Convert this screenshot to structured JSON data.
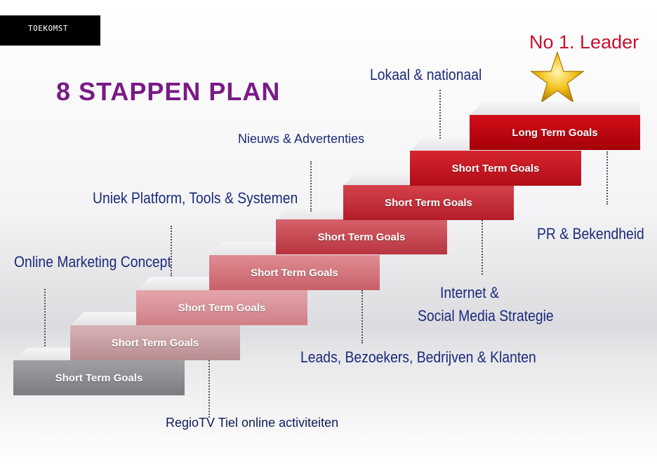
{
  "header_tag": "TOEKOMST",
  "title": "8 STAPPEN PLAN",
  "leader_label": "No 1. Leader",
  "steps": [
    "Short Term Goals",
    "Short Term Goals",
    "Short Term Goals",
    "Short Term Goals",
    "Short Term Goals",
    "Short Term Goals",
    "Short Term Goals",
    "Long Term Goals"
  ],
  "annotations": {
    "lokaal": "Lokaal & nationaal",
    "nieuws": "Nieuws & Advertenties",
    "uniek": "Uniek Platform, Tools & Systemen",
    "online": "Online Marketing Concept",
    "pr": "PR & Bekendheid",
    "internet_1": "Internet &",
    "internet_2": "Social Media Strategie",
    "leads": "Leads, Bezoekers, Bedrijven  & Klanten",
    "regio": "RegioTV Tiel online activiteiten"
  },
  "colors": {
    "title": "#7a1a86",
    "leader": "#c8102e",
    "label": "#1b2a7a"
  },
  "icons": [
    "star-icon"
  ]
}
